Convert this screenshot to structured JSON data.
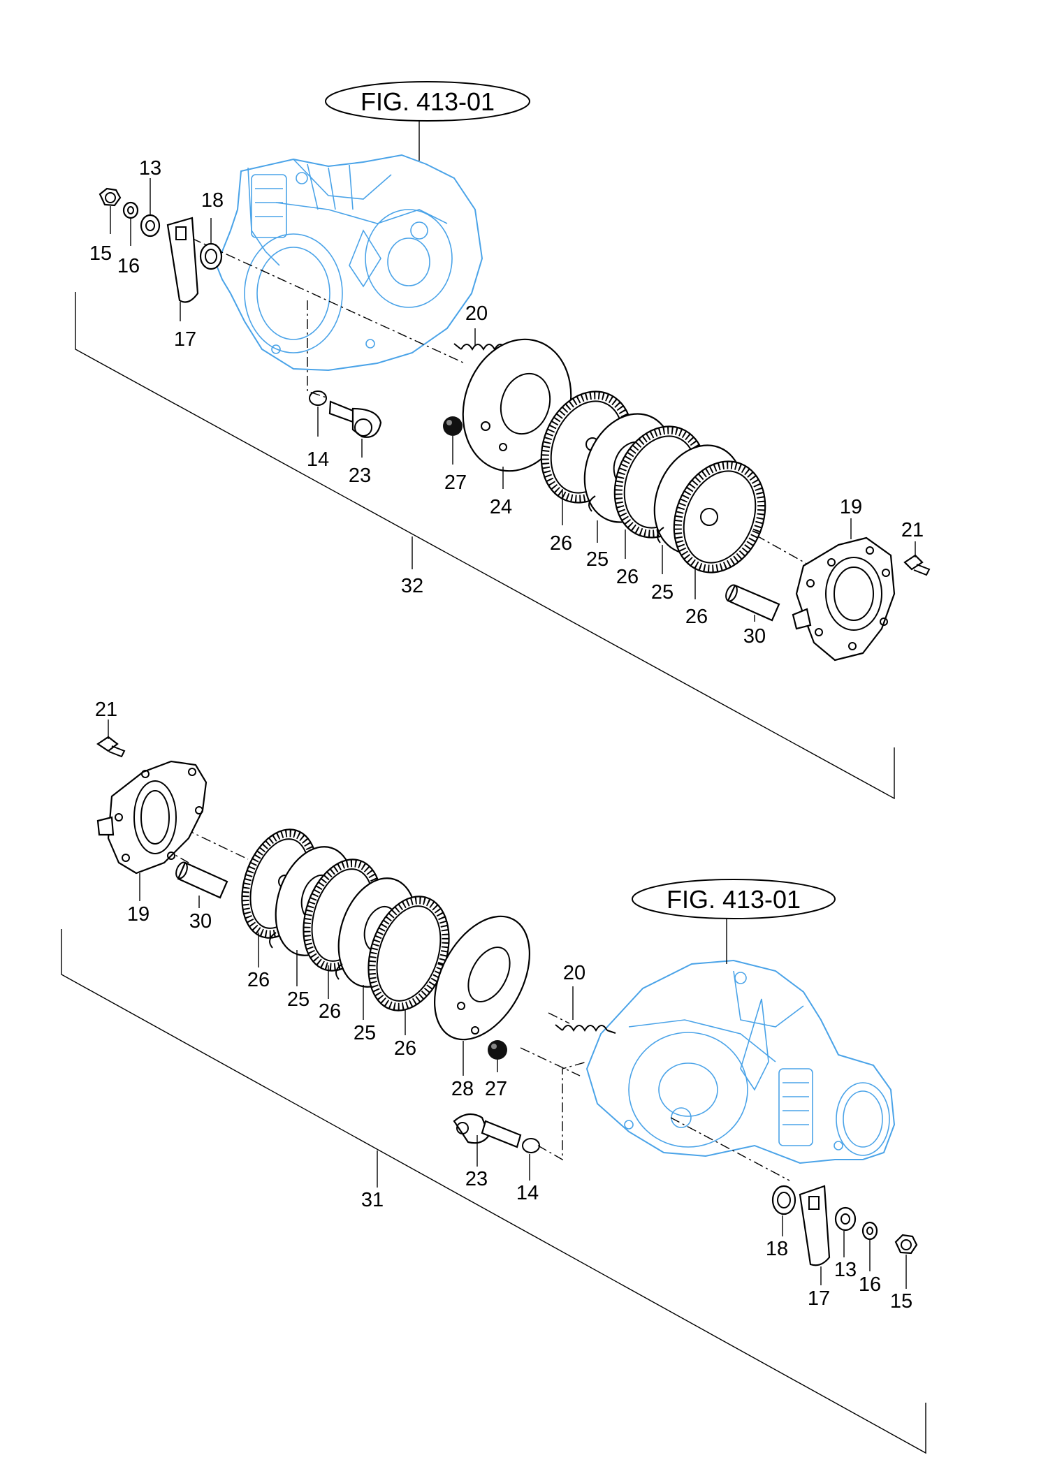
{
  "figure_refs": {
    "top": "FIG. 413-01",
    "bottom": "FIG. 413-01"
  },
  "top_assembly": {
    "labels": {
      "p13": "13",
      "p15": "15",
      "p16": "16",
      "p17": "17",
      "p18": "18",
      "p20": "20",
      "p14": "14",
      "p23": "23",
      "p27": "27",
      "p24": "24",
      "p26a": "26",
      "p25a": "25",
      "p26b": "26",
      "p25b": "25",
      "p26c": "26",
      "p19": "19",
      "p21": "21",
      "p30": "30",
      "p32": "32"
    }
  },
  "bottom_assembly": {
    "labels": {
      "p21": "21",
      "p19": "19",
      "p30": "30",
      "p26a": "26",
      "p25a": "25",
      "p26b": "26",
      "p25b": "25",
      "p26c": "26",
      "p20": "20",
      "p28": "28",
      "p27": "27",
      "p23": "23",
      "p14": "14",
      "p31": "31",
      "p18": "18",
      "p17": "17",
      "p13": "13",
      "p16": "16",
      "p15": "15"
    }
  },
  "colors": {
    "housing_outline": "#4aa3e8",
    "part_outline": "#000000"
  }
}
